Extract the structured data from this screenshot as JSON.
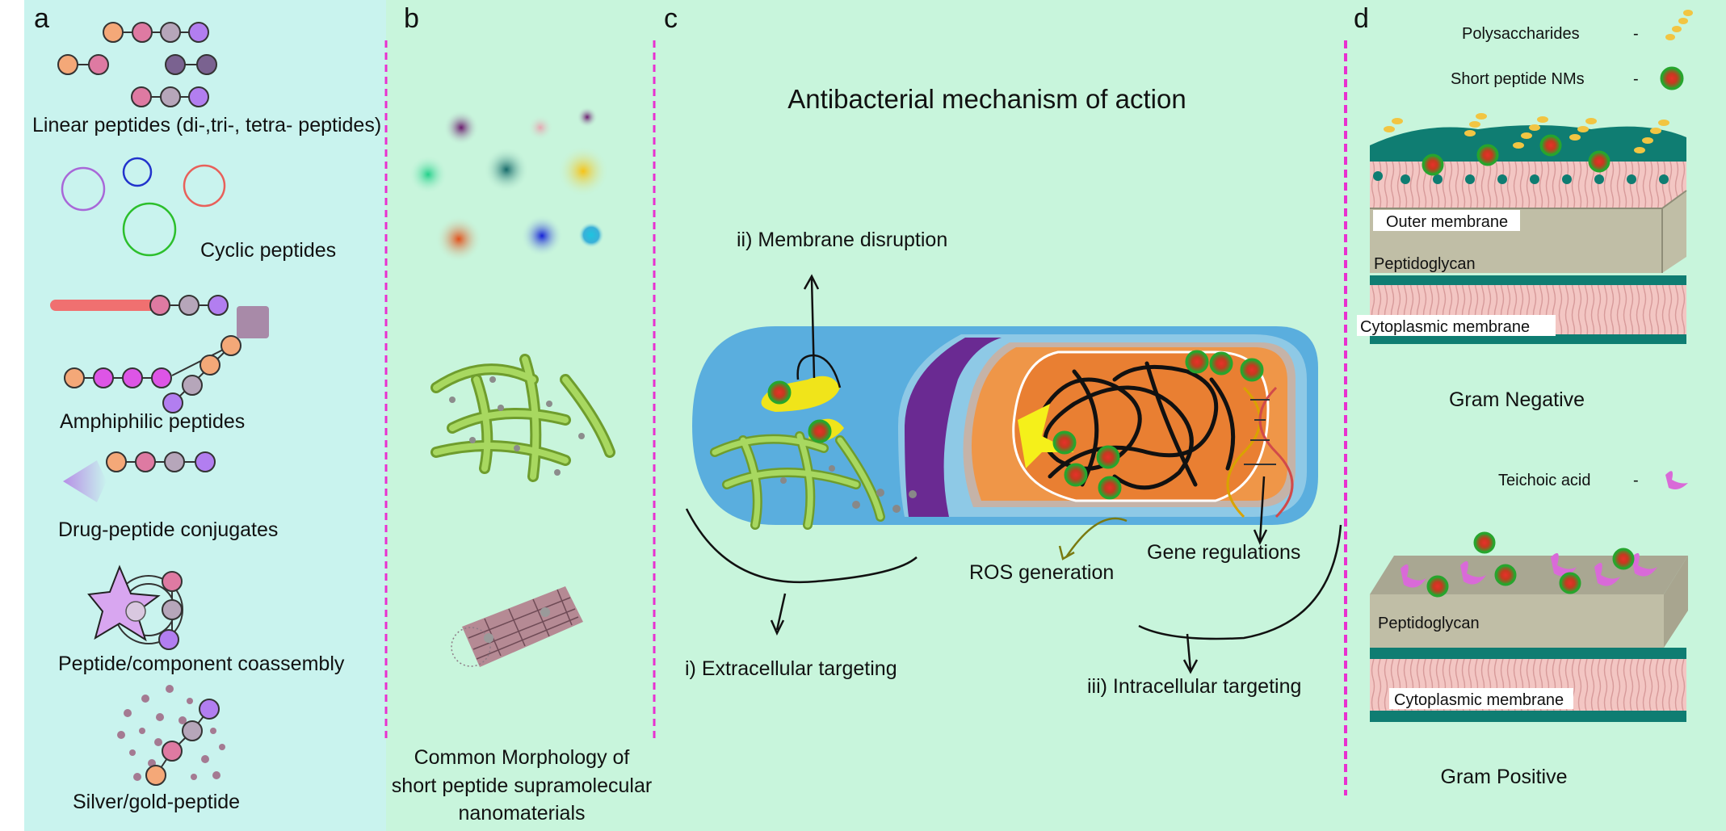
{
  "panels": {
    "a": {
      "letter": "a",
      "labels": {
        "linear": "Linear peptides (di-,tri-, tetra- peptides)",
        "cyclic": "Cyclic peptides",
        "amphiphilic": "Amphiphilic peptides",
        "drug": "Drug-peptide conjugates",
        "coassembly": "Peptide/component coassembly",
        "metal": "Silver/gold-peptide"
      }
    },
    "b": {
      "letter": "b",
      "caption_lines": [
        "Common Morphology of",
        "short peptide supramolecular",
        "nanomaterials"
      ]
    },
    "c": {
      "letter": "c",
      "title": "Antibacterial mechanism of action",
      "labels": {
        "membrane": "ii) Membrane disruption",
        "extracellular": "i) Extracellular targeting",
        "ros": "ROS generation",
        "gene": "Gene regulations",
        "intracellular": "iii) Intracellular targeting"
      }
    },
    "d": {
      "letter": "d",
      "legend": {
        "polysaccharides": "Polysaccharides",
        "short_peptide": "Short peptide NMs",
        "teichoic": "Teichoic acid",
        "dash": "-"
      },
      "negative": {
        "outer": "Outer membrane",
        "peptidoglycan": "Peptidoglycan",
        "cytoplasmic": "Cytoplasmic membrane",
        "title": "Gram Negative"
      },
      "positive": {
        "peptidoglycan": "Peptidoglycan",
        "cytoplasmic": "Cytoplasmic membrane",
        "title": "Gram Positive"
      }
    }
  },
  "colors": {
    "panel_a_bg": "#c9f3ee",
    "panel_bcd_bg": "#c8f5dc",
    "divider": "#e830d0",
    "cell_outer": "#5aaede",
    "cell_purple": "#6a2a92",
    "cytoplasm": "#ef9648",
    "nanoparticle_green": "#2ca52c",
    "nanoparticle_red": "#d8262a",
    "peach": "#f4a878",
    "pink": "#de7aa2",
    "grey": "#b6a6ba",
    "violet": "#b27ef0",
    "dark_purple": "#7a6290",
    "magenta": "#dd55e6",
    "teal_head": "#0f7d72",
    "lipid_tail": "#e9a7a7",
    "peptidoglycan": "#c0bea6"
  }
}
